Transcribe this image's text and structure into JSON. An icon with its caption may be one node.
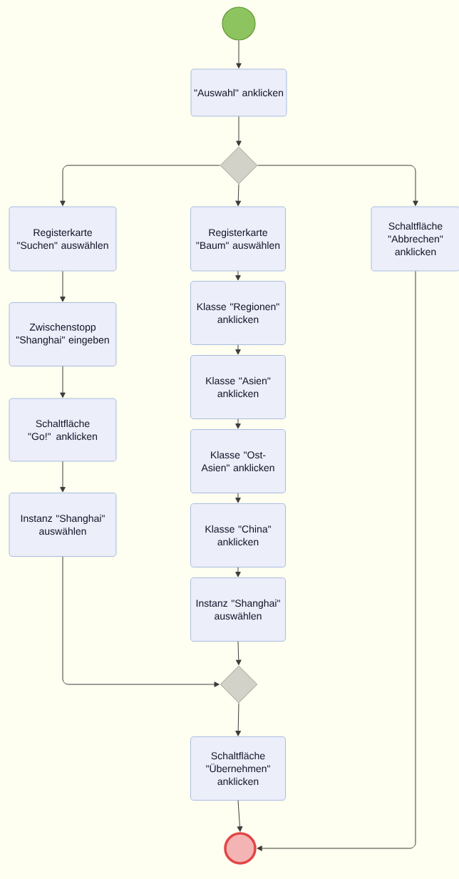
{
  "diagram": {
    "nodes": [
      {
        "text": [],
        "shape": "circle"
      },
      {
        "text": [
          "\"Auswahl\" anklicken"
        ]
      },
      {
        "text": [],
        "shape": "diamond"
      },
      {
        "text": [
          "Registerkarte \"Suchen\" auswählen"
        ]
      },
      {
        "text": [
          "Zwischenstopp \"Shanghai\" eingeben"
        ]
      },
      {
        "text": [
          "Schaltfläche \"Go!\" anklicken"
        ]
      },
      {
        "text": [
          "Instanz \"Shanghai\" auswählen"
        ]
      },
      {
        "text": [
          "Registerkarte \"Baum\" auswählen"
        ]
      },
      {
        "text": [
          "Klasse \"Regionen\" anklicken"
        ]
      },
      {
        "text": [
          "Klasse \"Asien\" anklicken"
        ]
      },
      {
        "text": [
          "Klasse \"Ost-Asien\" anklicken"
        ]
      },
      {
        "text": [
          "Klasse \"China\" anklicken"
        ]
      },
      {
        "text": [
          "Instanz \"Shanghai\" auswählen"
        ]
      },
      {
        "text": [
          "Schaltfläche \"Abbrechen\" anklicken"
        ]
      },
      {
        "text": [],
        "shape": "diamond"
      },
      {
        "text": [
          "Schaltfläche \"Übernehmen\" anklicken"
        ]
      },
      {
        "text": [],
        "shape": "circle"
      }
    ],
    "edges": [
      {
        "from": 0,
        "to": 1,
        "arrow": "to"
      },
      {
        "from": 1,
        "to": 2,
        "arrow": "to"
      },
      {
        "from": 2,
        "to": 3,
        "arrow": "to"
      },
      {
        "from": 2,
        "to": 7,
        "arrow": "to"
      },
      {
        "from": 2,
        "to": 13,
        "arrow": "to"
      },
      {
        "from": 3,
        "to": 4,
        "arrow": "to"
      },
      {
        "from": 4,
        "to": 5,
        "arrow": "to"
      },
      {
        "from": 5,
        "to": 6,
        "arrow": "to"
      },
      {
        "from": 6,
        "to": 14,
        "arrow": "to"
      },
      {
        "from": 7,
        "to": 8,
        "arrow": "to"
      },
      {
        "from": 8,
        "to": 9,
        "arrow": "to"
      },
      {
        "from": 9,
        "to": 10,
        "arrow": "to"
      },
      {
        "from": 10,
        "to": 11,
        "arrow": "to"
      },
      {
        "from": 11,
        "to": 12,
        "arrow": "to"
      },
      {
        "from": 12,
        "to": 14,
        "arrow": "to"
      },
      {
        "from": 13,
        "to": 16,
        "arrow": "to"
      },
      {
        "from": 14,
        "to": 15,
        "arrow": "to"
      },
      {
        "from": 15,
        "to": 16,
        "arrow": "to"
      }
    ]
  }
}
